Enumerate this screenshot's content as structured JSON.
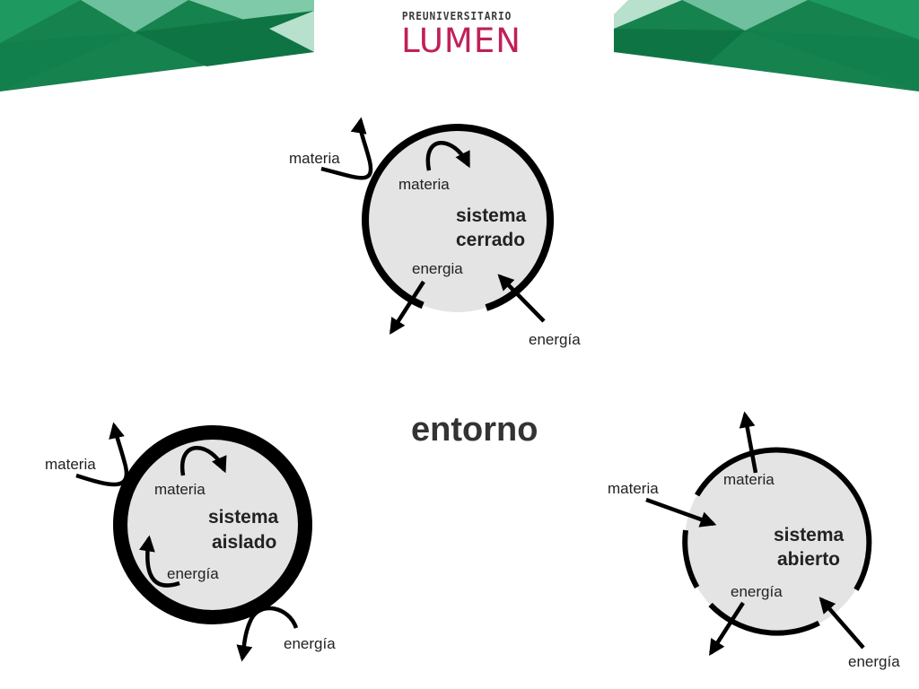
{
  "header": {
    "logo_top": "PREUNIVERSITARIO",
    "logo_main": "LUMEN",
    "colors": {
      "green_dark": "#16824e",
      "green_mid": "#1e9a60",
      "green_light": "#74c3a3",
      "brand_red": "#c0205a"
    }
  },
  "diagram": {
    "center_label": "entorno",
    "system_fill": "#e4e4e4",
    "stroke": "#000000",
    "closed": {
      "title_line1": "sistema",
      "title_line2": "cerrado",
      "outside_matter": "materia",
      "inside_matter": "materia",
      "inside_energy": "energia",
      "outside_energy": "energía"
    },
    "isolated": {
      "title_line1": "sistema",
      "title_line2": "aislado",
      "outside_matter": "materia",
      "inside_matter": "materia",
      "inside_energy": "energía",
      "outside_energy": "energía"
    },
    "open": {
      "title_line1": "sistema",
      "title_line2": "abierto",
      "outside_matter": "materia",
      "inside_matter": "materia",
      "inside_energy": "energía",
      "outside_energy": "energía"
    }
  }
}
